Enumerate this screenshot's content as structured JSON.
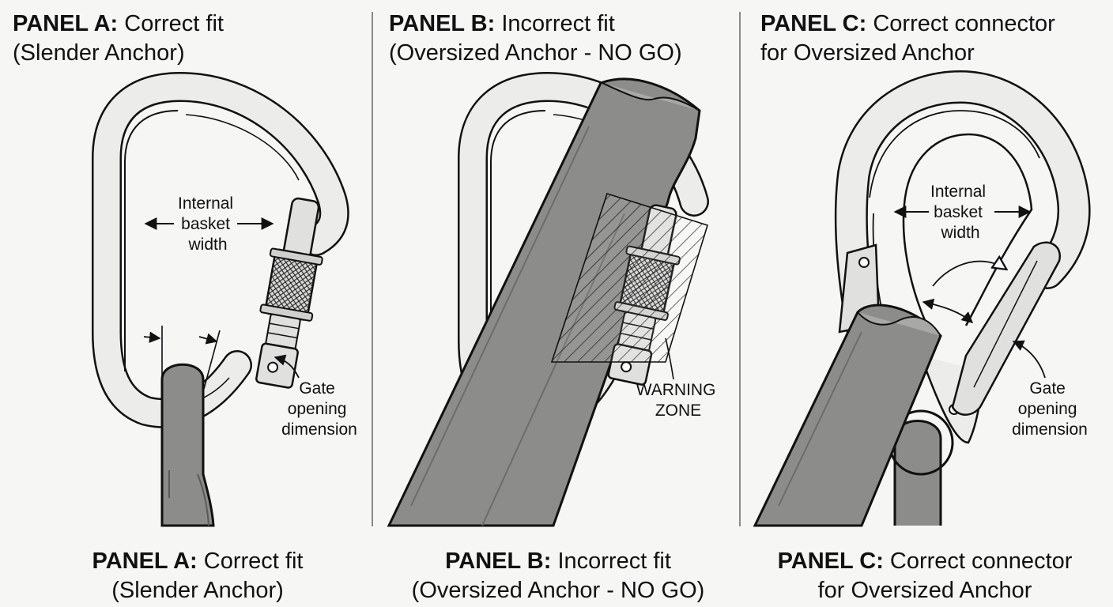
{
  "panels": [
    {
      "id": "a",
      "heading_bold": "PANEL A:",
      "heading_rest": "Correct fit",
      "heading_line2": "(Slender Anchor)",
      "label_basket": [
        "Internal",
        "basket",
        "width"
      ],
      "label_gate": [
        "Gate",
        "opening",
        "dimension"
      ]
    },
    {
      "id": "b",
      "heading_bold": "PANEL B:",
      "heading_rest": "Incorrect fit",
      "heading_line2": "(Oversized Anchor - NO GO)",
      "label_warning": [
        "WARNING",
        "ZONE"
      ]
    },
    {
      "id": "c",
      "heading_bold": "PANEL C:",
      "heading_rest": "Correct connector",
      "heading_line2": "for Oversized Anchor",
      "label_basket": [
        "Internal",
        "basket",
        "width"
      ],
      "label_gate": [
        "Gate",
        "opening",
        "dimension"
      ]
    }
  ],
  "colors": {
    "background": "#f6f6f4",
    "anchor_gray": "#8c8c8a",
    "outline": "#111111",
    "metal": "#ececea"
  }
}
